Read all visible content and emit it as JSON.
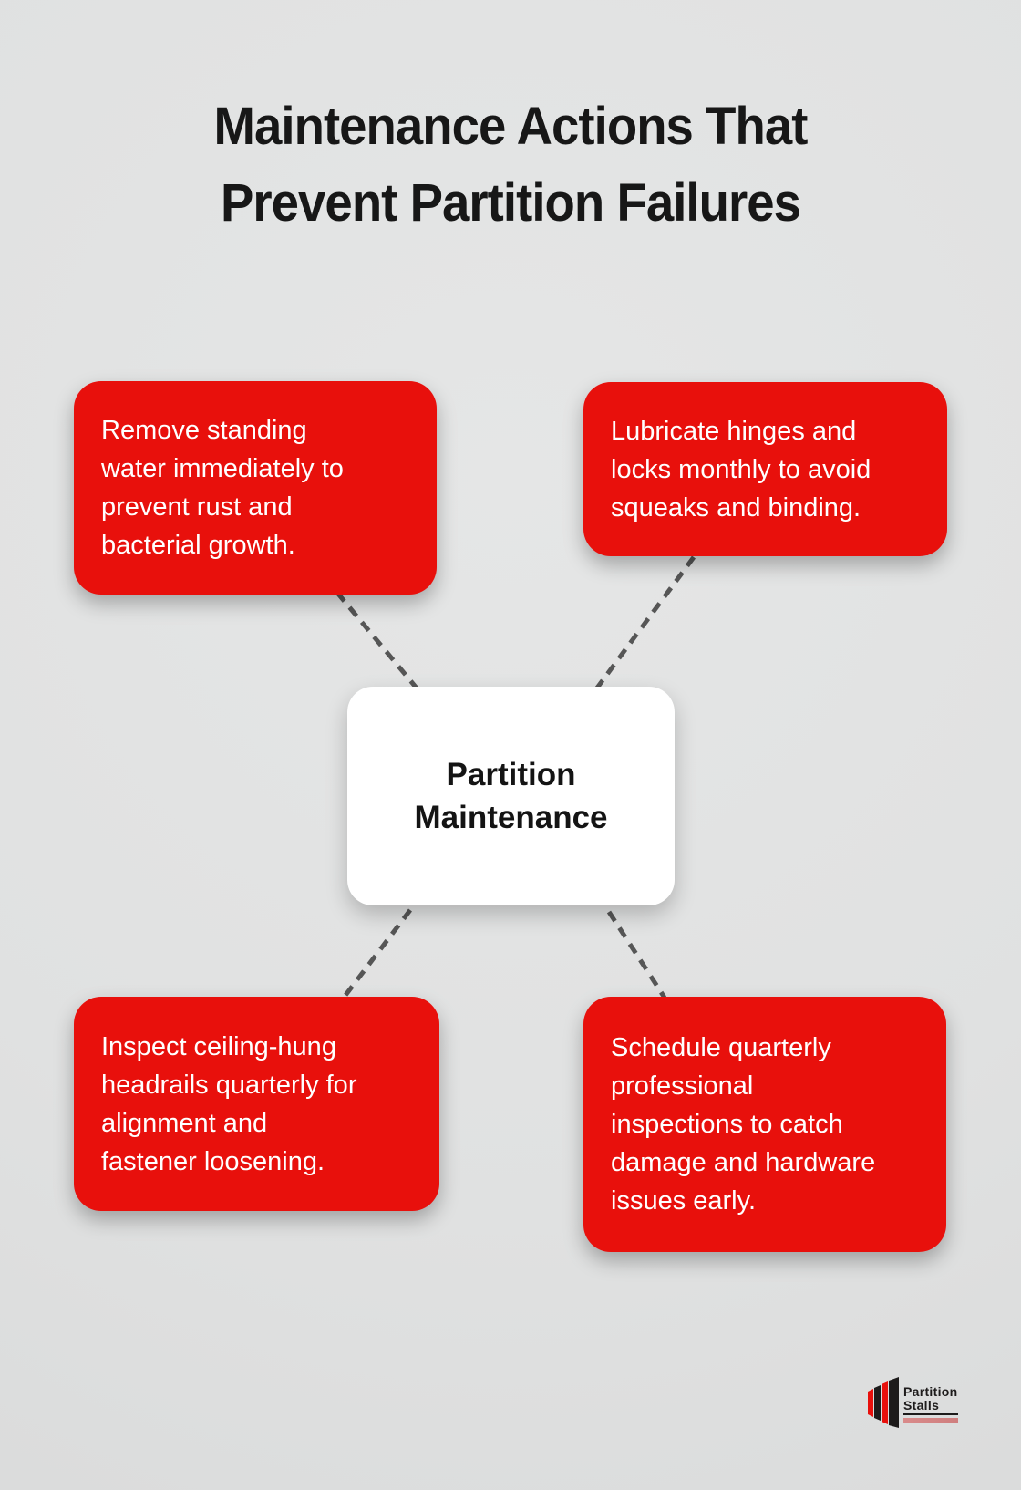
{
  "title": {
    "text": "Maintenance Actions That\nPrevent Partition Failures"
  },
  "center": {
    "label": "Partition\nMaintenance"
  },
  "nodes": [
    {
      "id": "top-left",
      "text": "Remove standing\nwater immediately to\nprevent rust and\nbacterial growth."
    },
    {
      "id": "top-right",
      "text": "Lubricate hinges and\nlocks monthly to avoid\nsqueaks and binding."
    },
    {
      "id": "bottom-left",
      "text": "Inspect ceiling-hung\nheadrails quarterly for\nalignment and\nfastener loosening."
    },
    {
      "id": "bottom-right",
      "text": "Schedule quarterly\nprofessional\ninspections to catch\ndamage and hardware\nissues early."
    }
  ],
  "logo": {
    "line1": "Partition",
    "line2": "Stalls"
  },
  "colors": {
    "background": "#e0e1e1",
    "node_red": "#e8100c",
    "node_text": "#ffffff",
    "center_bg": "#ffffff",
    "center_text": "#141414",
    "connector": "#565656",
    "title": "#171717",
    "logo_black": "#1d1b1b",
    "logo_red": "#e8100c",
    "tagline": "#d98b8b"
  }
}
